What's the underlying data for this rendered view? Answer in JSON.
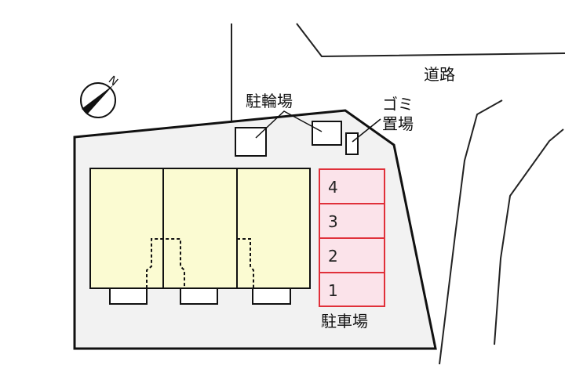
{
  "labels": {
    "road": "道路",
    "bicycle_parking": "駐輪場",
    "garbage_line1": "ゴミ",
    "garbage_line2": "置場",
    "car_parking": "駐車場",
    "north": "N"
  },
  "parking_spaces": [
    "4",
    "3",
    "2",
    "1"
  ],
  "colors": {
    "lot": "#f2f2f2",
    "building": "#fbfbd2",
    "parking_fill": "#fbe3ea",
    "parking_stroke": "#e0303a"
  }
}
